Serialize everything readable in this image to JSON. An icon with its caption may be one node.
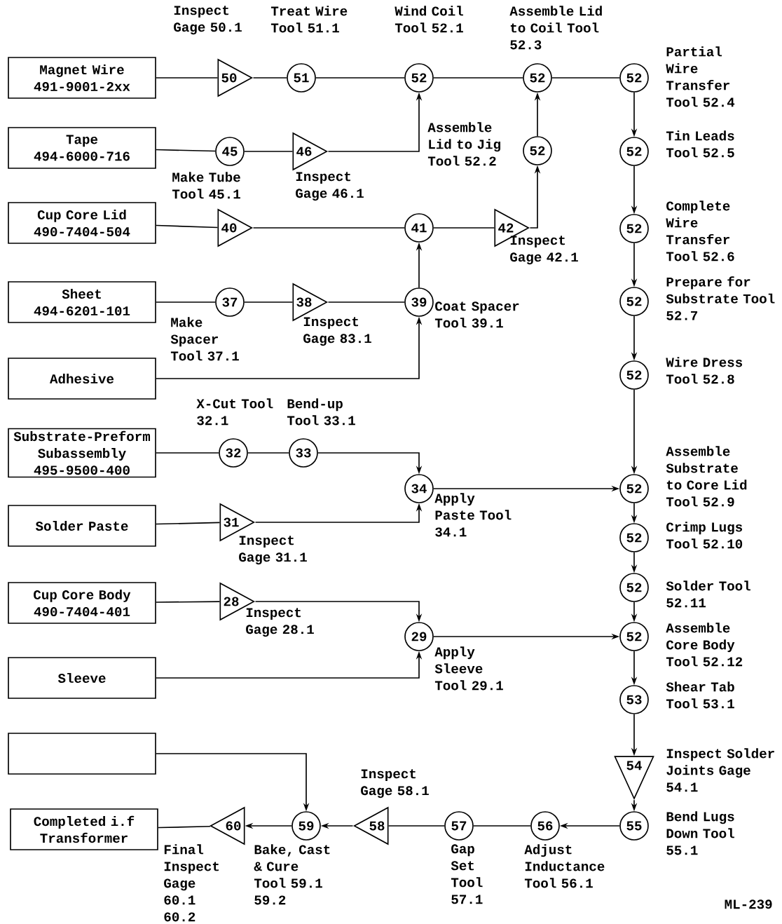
{
  "diagram": {
    "nodes": [
      {
        "text": [
          "Magnet Wire",
          "491-9001-2xx"
        ]
      },
      {
        "text": [
          "50"
        ],
        "beside": [
          "Inspect Gage 50.1"
        ]
      },
      {
        "text": [
          "51"
        ],
        "beside": [
          "Treat Wire Tool 51.1"
        ]
      },
      {
        "text": [
          "52"
        ],
        "beside": [
          "Wind Coil Tool 52.1"
        ]
      },
      {
        "text": [
          "52"
        ],
        "beside": [
          "Assemble Lid to Coil Tool 52.3"
        ]
      },
      {
        "text": [
          "52"
        ],
        "beside": [
          "Partial Wire Transfer Tool 52.4"
        ]
      },
      {
        "text": [
          "Tape",
          "494-6000-716"
        ]
      },
      {
        "text": [
          "45"
        ],
        "beside": [
          "Make Tube Tool 45.1"
        ]
      },
      {
        "text": [
          "46"
        ],
        "beside": [
          "Inspect Gage 46.1"
        ]
      },
      {
        "text": [
          "52"
        ],
        "beside": [
          "Assemble Lid to Jig Tool 52.2"
        ]
      },
      {
        "text": [
          "52"
        ],
        "beside": [
          "Tin Leads Tool 52.5"
        ]
      },
      {
        "text": [
          "Cup Core Lid",
          "490-7404-504"
        ]
      },
      {
        "text": [
          "40"
        ]
      },
      {
        "text": [
          "41"
        ]
      },
      {
        "text": [
          "42"
        ],
        "beside": [
          "Inspect Gage 42.1"
        ]
      },
      {
        "text": [
          "52"
        ],
        "beside": [
          "Complete Wire Transfer Tool 52.6"
        ]
      },
      {
        "text": [
          "Sheet",
          "494-6201-101"
        ]
      },
      {
        "text": [
          "37"
        ],
        "beside": [
          "Make Spacer Tool 37.1"
        ]
      },
      {
        "text": [
          "38"
        ],
        "beside": [
          "Inspect Gage 83.1"
        ]
      },
      {
        "text": [
          "39"
        ],
        "beside": [
          "Coat Spacer Tool 39.1"
        ]
      },
      {
        "text": [
          "52"
        ],
        "beside": [
          "Prepare for Substrate Tool 52.7"
        ]
      },
      {
        "text": [
          "Adhesive"
        ]
      },
      {
        "text": [
          "52"
        ],
        "beside": [
          "Wire Dress Tool 52.8"
        ]
      },
      {
        "text": [
          "Substrate-Preform Subassembly",
          "495-9500-400"
        ]
      },
      {
        "text": [
          "32"
        ],
        "beside": [
          "X-Cut Tool 32.1"
        ]
      },
      {
        "text": [
          "33"
        ],
        "beside": [
          "Bend-up Tool 33.1"
        ]
      },
      {
        "text": [
          "34"
        ],
        "beside": [
          "Apply Paste Tool 34.1"
        ]
      },
      {
        "text": [
          "52"
        ],
        "beside": [
          "Assemble Substrate to Core Lid Tool 52.9"
        ]
      },
      {
        "text": [
          "Solder Paste"
        ]
      },
      {
        "text": [
          "31"
        ],
        "beside": [
          "Inspect Gage 31.1"
        ]
      },
      {
        "text": [
          "52"
        ],
        "beside": [
          "Crimp Lugs Tool 52.10"
        ]
      },
      {
        "text": [
          "Cup Core Body",
          "490-7404-401"
        ]
      },
      {
        "text": [
          "28"
        ],
        "beside": [
          "Inspect Gage 28.1"
        ]
      },
      {
        "text": [
          "52"
        ],
        "beside": [
          "Solder Tool 52.11"
        ]
      },
      {
        "text": [
          "29"
        ],
        "beside": [
          "Apply Sleeve Tool 29.1"
        ]
      },
      {
        "text": [
          "52"
        ],
        "beside": [
          "Assemble Core Body Tool 52.12"
        ]
      },
      {
        "text": [
          "Sleeve"
        ]
      },
      {
        "text": [
          "53"
        ],
        "beside": [
          "Shear Tab Tool 53.1"
        ]
      },
      {
        "text": [],
        "shape": "box"
      },
      {
        "text": [
          "54"
        ],
        "beside": [
          "Inspect Solder Joints Gage 54.1"
        ]
      },
      {
        "text": [
          "Completed i.f Transformer"
        ]
      },
      {
        "text": [
          "60"
        ],
        "beside": [
          "Final Inspect Gage 60.1 60.2"
        ]
      },
      {
        "text": [
          "59"
        ],
        "beside": [
          "Bake, Cast & Cure Tool 59.1 59.2"
        ]
      },
      {
        "text": [
          "58"
        ],
        "beside": [
          "Inspect Gage 58.1"
        ]
      },
      {
        "text": [
          "57"
        ],
        "beside": [
          "Gap Set Tool 57.1"
        ]
      },
      {
        "text": [
          "56"
        ],
        "beside": [
          "Adjust Inductance Tool 56.1"
        ]
      },
      {
        "text": [
          "55"
        ],
        "beside": [
          "Bend Lugs Down Tool 55.1"
        ]
      }
    ],
    "edges": [
      {
        "from": 0,
        "to": 1,
        "arrow": "none"
      },
      {
        "from": 1,
        "to": 2,
        "arrow": "none"
      },
      {
        "from": 2,
        "to": 3,
        "arrow": "none"
      },
      {
        "from": 3,
        "to": 4,
        "arrow": "none"
      },
      {
        "from": 4,
        "to": 5,
        "arrow": "none"
      },
      {
        "from": 6,
        "to": 7,
        "arrow": "none"
      },
      {
        "from": 7,
        "to": 8,
        "arrow": "none"
      },
      {
        "from": 8,
        "to": 3,
        "arrow": "to"
      },
      {
        "from": 9,
        "to": 4,
        "arrow": "to"
      },
      {
        "from": 11,
        "to": 12,
        "arrow": "none"
      },
      {
        "from": 12,
        "to": 13,
        "arrow": "none"
      },
      {
        "from": 13,
        "to": 14,
        "arrow": "none"
      },
      {
        "from": 14,
        "to": 9,
        "arrow": "to"
      },
      {
        "from": 16,
        "to": 17,
        "arrow": "none"
      },
      {
        "from": 17,
        "to": 18,
        "arrow": "none"
      },
      {
        "from": 18,
        "to": 19,
        "arrow": "none"
      },
      {
        "from": 19,
        "to": 13,
        "arrow": "to"
      },
      {
        "from": 21,
        "to": 19,
        "arrow": "to"
      },
      {
        "from": 23,
        "to": 24,
        "arrow": "none"
      },
      {
        "from": 24,
        "to": 25,
        "arrow": "none"
      },
      {
        "from": 25,
        "to": 26,
        "arrow": "to"
      },
      {
        "from": 28,
        "to": 29,
        "arrow": "none"
      },
      {
        "from": 29,
        "to": 26,
        "arrow": "to"
      },
      {
        "from": 26,
        "to": 27,
        "arrow": "to"
      },
      {
        "from": 31,
        "to": 32,
        "arrow": "none"
      },
      {
        "from": 32,
        "to": 34,
        "arrow": "to"
      },
      {
        "from": 36,
        "to": 34,
        "arrow": "to"
      },
      {
        "from": 34,
        "to": 35,
        "arrow": "to"
      },
      {
        "from": 5,
        "to": 10,
        "arrow": "to"
      },
      {
        "from": 10,
        "to": 15,
        "arrow": "to"
      },
      {
        "from": 15,
        "to": 20,
        "arrow": "to"
      },
      {
        "from": 20,
        "to": 22,
        "arrow": "to"
      },
      {
        "from": 22,
        "to": 27,
        "arrow": "to"
      },
      {
        "from": 27,
        "to": 30,
        "arrow": "to"
      },
      {
        "from": 30,
        "to": 33,
        "arrow": "to"
      },
      {
        "from": 33,
        "to": 35,
        "arrow": "to"
      },
      {
        "from": 35,
        "to": 37,
        "arrow": "to"
      },
      {
        "from": 37,
        "to": 39,
        "arrow": "to"
      },
      {
        "from": 39,
        "to": 46,
        "arrow": "to"
      },
      {
        "from": 46,
        "to": 45,
        "arrow": "to"
      },
      {
        "from": 45,
        "to": 44,
        "arrow": "none"
      },
      {
        "from": 44,
        "to": 43,
        "arrow": "none"
      },
      {
        "from": 43,
        "to": 42,
        "arrow": "to"
      },
      {
        "from": 38,
        "to": 42,
        "arrow": "to"
      },
      {
        "from": 42,
        "to": 41,
        "arrow": "to"
      },
      {
        "from": 41,
        "to": 40,
        "arrow": "none"
      }
    ],
    "labels": [
      "ML-239"
    ]
  }
}
